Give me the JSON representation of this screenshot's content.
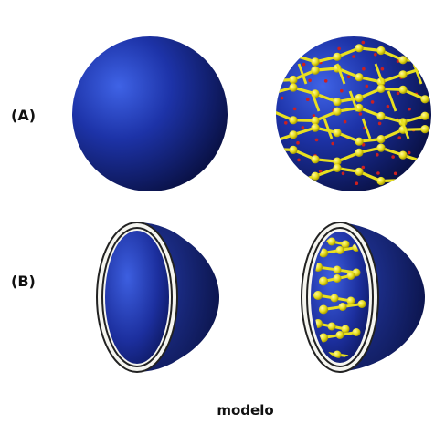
{
  "labels": {
    "row_a": "(A)",
    "row_b": "(B)",
    "caption": "modelo"
  },
  "colors": {
    "sphere_light": "#3a5bd9",
    "sphere_mid": "#1a2f9c",
    "sphere_dark": "#0b1450",
    "polymer": "#e8e020",
    "polymer_dark": "#b8a800",
    "crosslink": "#cc2020",
    "shell_outline": "#222222",
    "shell_fill": "#f5f5f0",
    "text": "#111111"
  }
}
